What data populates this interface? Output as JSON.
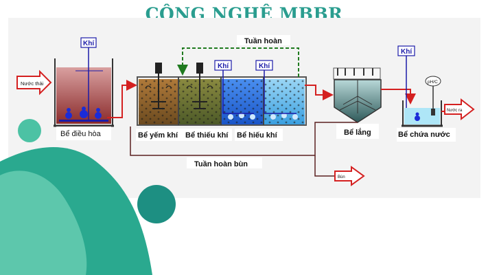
{
  "title": "CÔNG NGHỆ MBBR",
  "labels": {
    "inlet": "Nước thải",
    "outlet": "Nước ra",
    "air": "Khí",
    "sludge_out": "Bùn",
    "recycle_top": "Tuần hoàn",
    "recycle_sludge": "Tuần hoàn bùn",
    "meter": "pH/C"
  },
  "tanks": {
    "equalization": "Bể điều hòa",
    "anaerobic": "Bể yếm khí",
    "anoxic": "Bể thiếu khí",
    "aerobic": "Bể hiếu khí",
    "settling": "Bể lắng",
    "clean_water": "Bể chứa nước"
  },
  "colors": {
    "accent": "#2a9d8f",
    "arrow_red": "#d42020",
    "pipe": "#5a2020",
    "recycle_green": "#1f7a1f",
    "air_blue": "#1a1aa8"
  },
  "icons": [
    "blob-decoration",
    "circle-decoration",
    "arrow-right-icon"
  ]
}
